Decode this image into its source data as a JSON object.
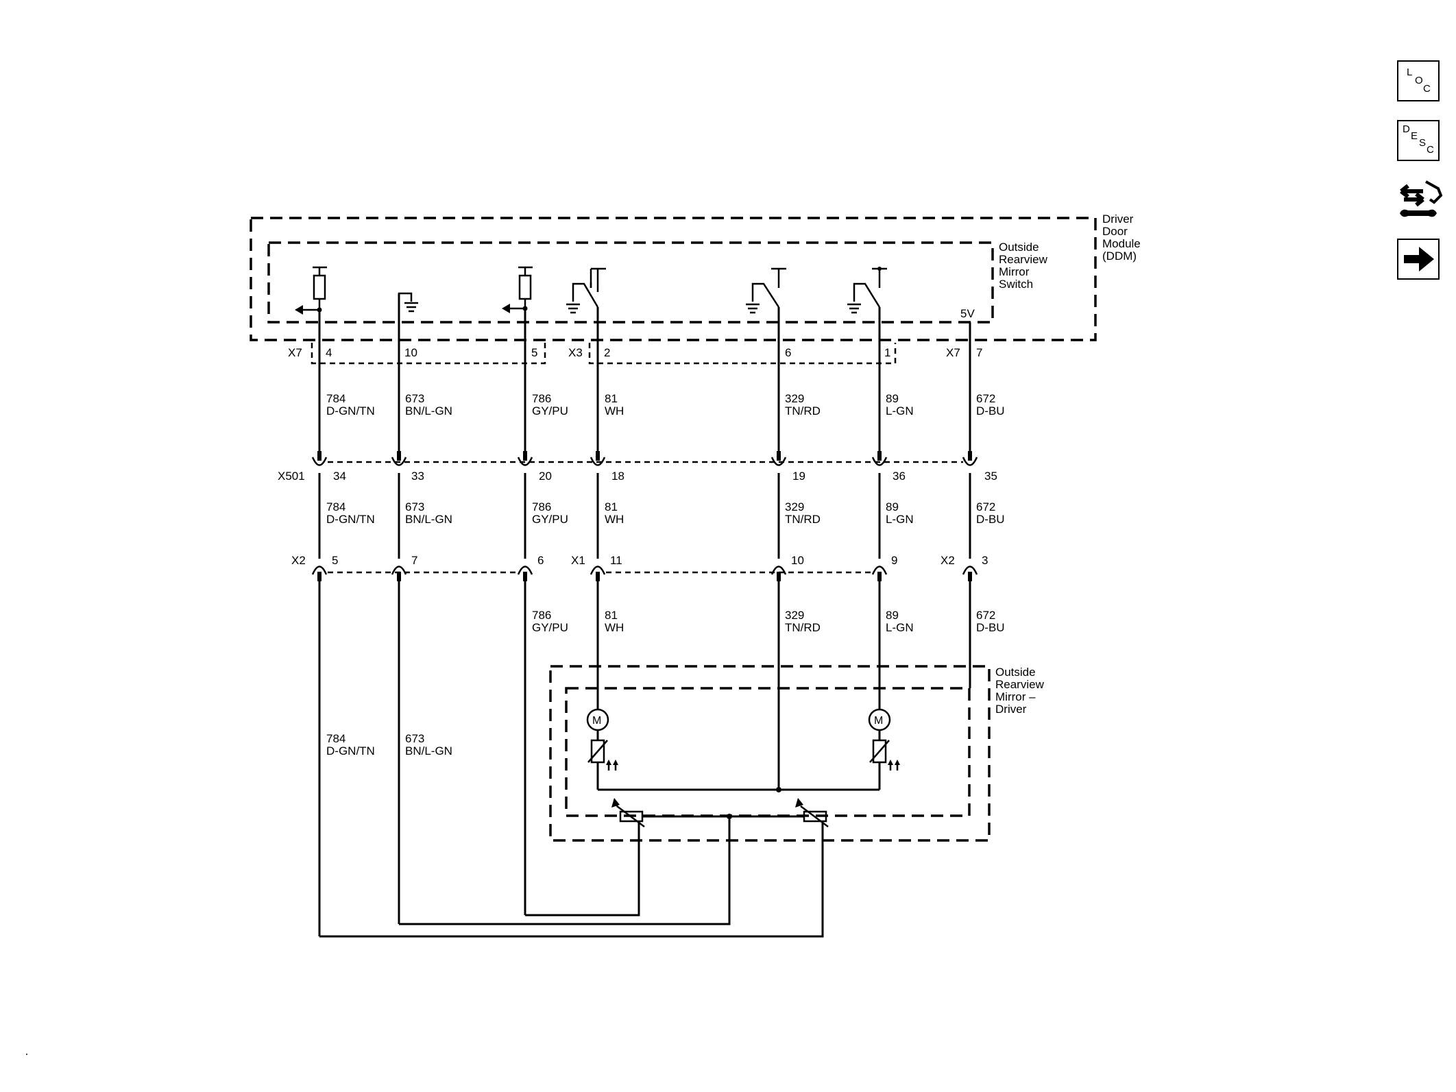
{
  "modules": {
    "ddm": "Driver Door Module (DDM)",
    "ddm_lines": [
      "Driver",
      "Door",
      "Module",
      "(DDM)"
    ],
    "switch_lines": [
      "Outside",
      "Rearview",
      "Mirror",
      "Switch"
    ],
    "mirror_lines": [
      "Outside",
      "Rearview",
      "Mirror –",
      "Driver"
    ],
    "voltage": "5V",
    "motor_symbol": "M"
  },
  "connectors": {
    "x7_a": "X7",
    "x3": "X3",
    "x7_b": "X7",
    "x501": "X501",
    "x2_a": "X2",
    "x1": "X1",
    "x2_b": "X2"
  },
  "circuits": [
    {
      "top_pin": "4",
      "wire": "784",
      "color": "D-GN/TN",
      "x501_pin": "34",
      "lower_pin": "5"
    },
    {
      "top_pin": "10",
      "wire": "673",
      "color": "BN/L-GN",
      "x501_pin": "33",
      "lower_pin": "7"
    },
    {
      "top_pin": "5",
      "wire": "786",
      "color": "GY/PU",
      "x501_pin": "20",
      "lower_pin": "6"
    },
    {
      "top_pin": "2",
      "wire": "81",
      "color": "WH",
      "x501_pin": "18",
      "lower_pin": "11"
    },
    {
      "top_pin": "6",
      "wire": "329",
      "color": "TN/RD",
      "x501_pin": "19",
      "lower_pin": "10"
    },
    {
      "top_pin": "1",
      "wire": "89",
      "color": "L-GN",
      "x501_pin": "36",
      "lower_pin": "9"
    },
    {
      "top_pin": "7",
      "wire": "672",
      "color": "D-BU",
      "x501_pin": "35",
      "lower_pin": "3"
    }
  ],
  "nav": [
    {
      "icon": "loc-icon",
      "letters": [
        "L",
        "O",
        "C"
      ]
    },
    {
      "icon": "desc-icon",
      "letters": [
        "D",
        "E",
        "S",
        "C"
      ]
    },
    {
      "icon": "connector-repair-icon"
    },
    {
      "icon": "next-arrow-icon"
    }
  ]
}
